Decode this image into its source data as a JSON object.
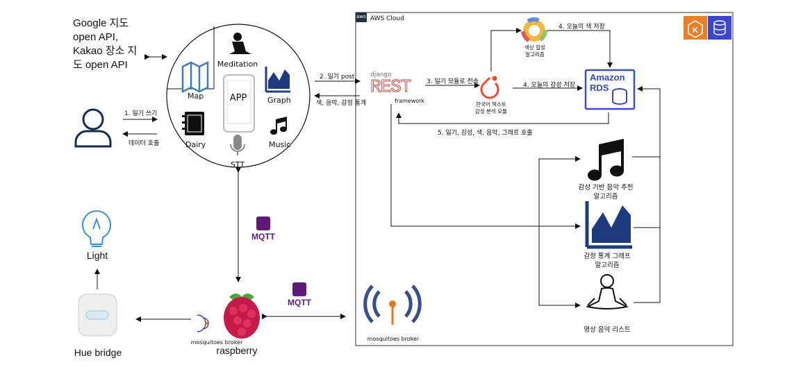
{
  "left": {
    "google_api": "Google 지도\nopen API,\nKakao 장소 지\n도 open API",
    "step1": "1. 일기 쓰기",
    "data_call": "데이터 호출"
  },
  "app": {
    "map": "Map",
    "meditation": "Meditation",
    "graph": "Graph",
    "app": "APP",
    "dairy": "Dairy",
    "music": "Music",
    "stt": "STT"
  },
  "mid": {
    "step2": "2. 일기 post",
    "stats_back": "색, 음악, 감정 통계",
    "mqtt1": "MQTT",
    "mqtt2": "MQTT",
    "light": "Light",
    "hue_bridge": "Hue bridge",
    "mosq_rpi": "mosquitoes broker",
    "raspberry": "raspberry"
  },
  "aws": {
    "badge": "aws",
    "title": "AWS Cloud",
    "django": "django",
    "rest": "REST",
    "framework": "framework",
    "step3": "3. 일기 모듈로 전송",
    "korean_module": "한국어 텍스트\n감성 분석 모듈",
    "color_algo": "색상 합성\n알고리즘",
    "step4_color": "4. 오늘의 색 저장",
    "step4_emotion": "4. 오늘의 감성 저장",
    "rds1": "Amazon",
    "rds2": "RDS",
    "step5": "5. 일기, 감성, 색, 음악, 그래프 호출",
    "music_algo": "감성 기반 음악 추천\n알고리즘",
    "graph_algo": "감정 통계 그래프\n알고리즘",
    "meditation_list": "명상 음악 리스트",
    "mosq_cloud": "mosquitoes broker"
  }
}
